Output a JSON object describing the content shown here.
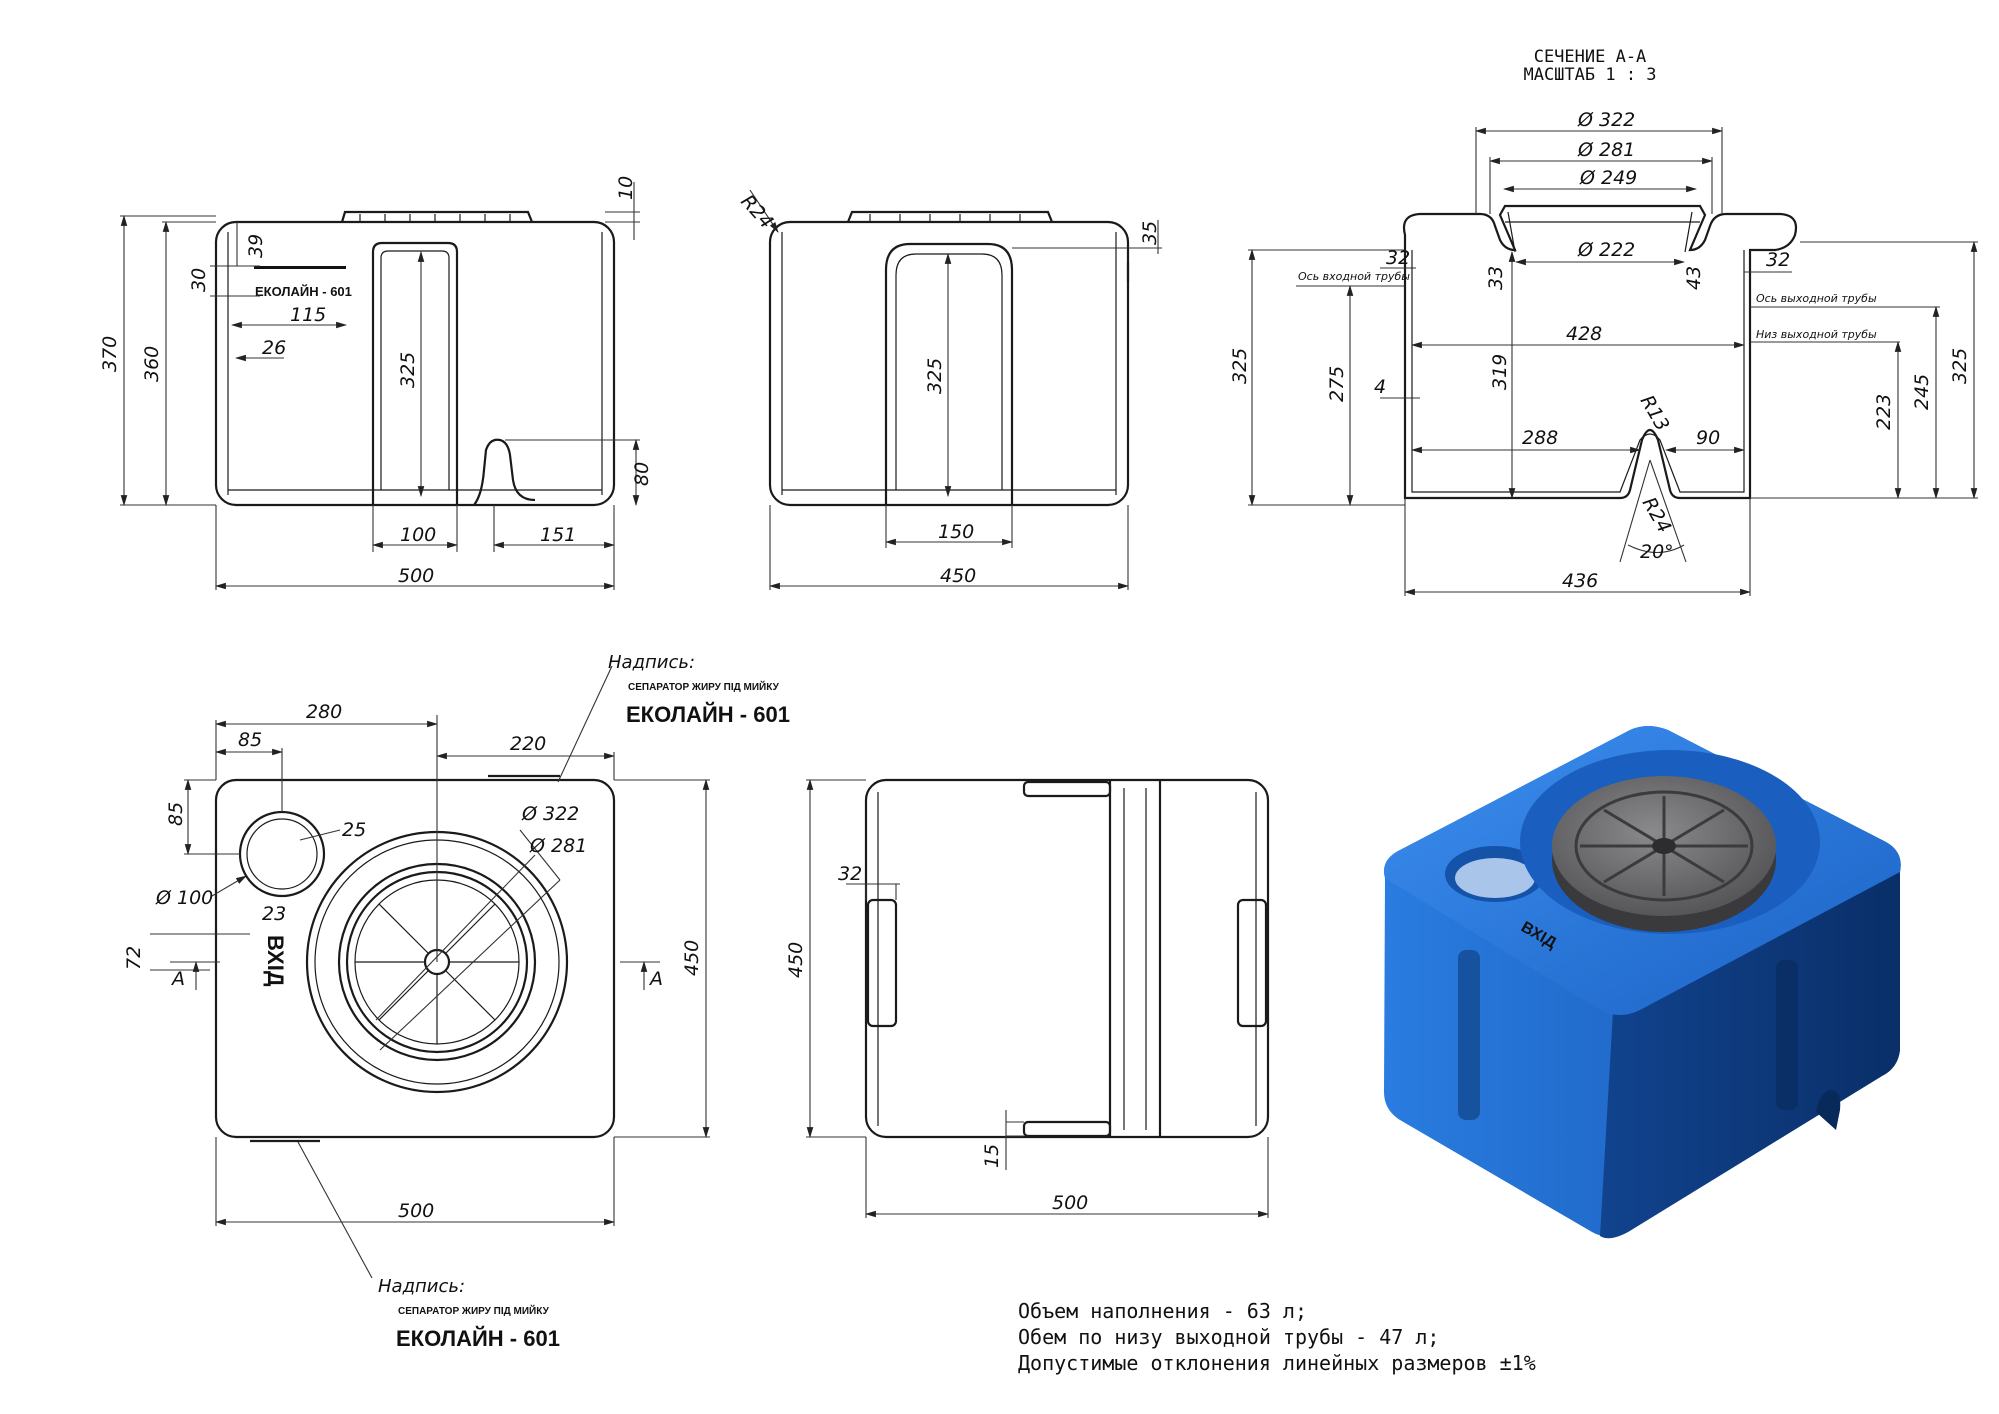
{
  "section": {
    "title": "СЕЧЕНИЕ А-А",
    "scale": "МАСШТАБ 1 : 3"
  },
  "inscription": {
    "caption": "Надпись:",
    "line1": "СЕПАРАТОР ЖИРУ ПІД МИЙКУ",
    "line2": "ЕКОЛАЙН - 601"
  },
  "front": {
    "d370": "370",
    "d360": "360",
    "d10": "10",
    "d39": "39",
    "d30": "30",
    "d115": "115",
    "d26": "26",
    "d325": "325",
    "d80": "80",
    "d100": "100",
    "d151": "151",
    "d500": "500"
  },
  "side": {
    "r24": "R24",
    "d35": "35",
    "d325": "325",
    "d150": "150",
    "d450": "450"
  },
  "sec": {
    "phi322": "Ø 322",
    "phi281": "Ø 281",
    "phi249": "Ø 249",
    "phi222": "Ø 222",
    "d32a": "32",
    "d32b": "32",
    "d33": "33",
    "d43": "43",
    "d428": "428",
    "d319": "319",
    "d325l": "325",
    "d275": "275",
    "d4": "4",
    "d288": "288",
    "d90": "90",
    "r13": "R13",
    "r24": "R24",
    "a20": "20°",
    "d436": "436",
    "d223": "223",
    "d245": "245",
    "d325r": "325",
    "inlet": "Ось входной трубы",
    "outlet": "Ось выходной трубы",
    "outlet_bottom": "Низ выходной трубы"
  },
  "top": {
    "d280": "280",
    "d85a": "85",
    "d220": "220",
    "d85b": "85",
    "d25": "25",
    "phi100": "Ø 100",
    "phi322": "Ø 322",
    "phi281": "Ø 281",
    "d23": "23",
    "d72": "72",
    "secA1": "A",
    "secA2": "A",
    "d450": "450",
    "d500": "500",
    "vhid": "ВХІД"
  },
  "bottomview": {
    "d32": "32",
    "d450": "450",
    "d15": "15",
    "d500": "500"
  },
  "notes": [
    "Объем наполнения - 63 л;",
    "Обем по низу выходной трубы - 47 л;",
    "Допустимые отклонения линейных размеров ±1%"
  ],
  "colors": {
    "tank": "#1e6fd1",
    "tank_dark": "#0f3f85",
    "lid": "#6e6e70"
  }
}
